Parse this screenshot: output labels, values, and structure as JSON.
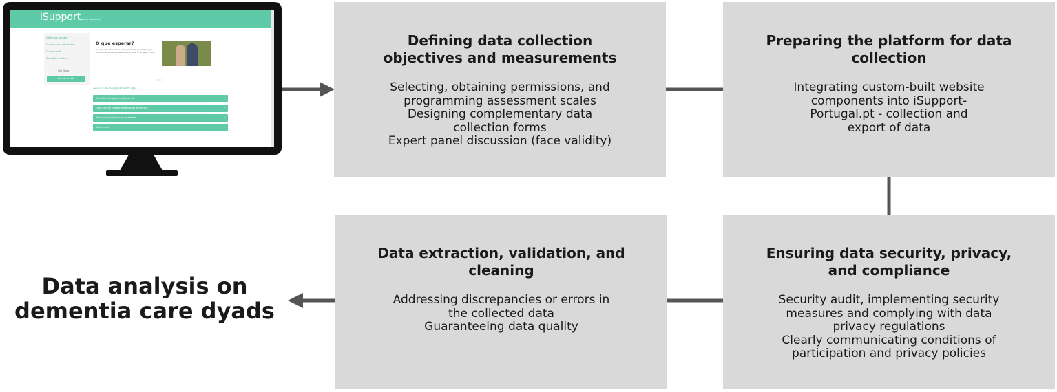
{
  "boxes": {
    "b1": {
      "title": "Defining data collection\nobjectives and measurements",
      "body": "Selecting, obtaining permissions, and\nprogramming assessment scales\nDesigning complementary data\ncollection forms\nExpert panel discussion (face validity)"
    },
    "b2": {
      "title": "Preparing the platform for data\ncollection",
      "body": "Integrating custom-built website\ncomponents into iSupport-\nPortugal.pt - collection and\nexport of data"
    },
    "b3": {
      "title": "Data extraction, validation, and\ncleaning",
      "body": "Addressing discrepancies or errors in\nthe collected data\nGuaranteeing data quality"
    },
    "b4": {
      "title": "Ensuring data security, privacy,\nand compliance",
      "body": "Security audit, implementing security\nmeasures and complying with data\nprivacy regulations\nClearly communicating conditions of\nparticipation and privacy policies"
    }
  },
  "final_text": "Data analysis on\ndementia care dyads",
  "screen": {
    "logo": "iSupport",
    "tagline": "apoio a cuidadores",
    "side_items": [
      "Módulos e sessões",
      "O meu plano de sessões",
      "O meu perfil",
      "Sugestão sessões"
    ],
    "side_user": "Olá Maria",
    "side_button": "Sair da sessão",
    "heading": "O que esperar?",
    "paragraph": "Ao longo de 23 sessões, o programa iSupport-Portugal permite aprender a cuidar melhor de si e de quem cuida.",
    "section": "Acerca do iSupport-Portugal",
    "accordion": [
      "Entender o impacto da demência",
      "Lidar com os comportamentos da demência",
      "Promover cuidados com qualidade",
      "Cuidar de si"
    ]
  },
  "colors": {
    "box_fill": "#d9d9d9",
    "connector": "#555555",
    "accent_green": "#5fcaa7",
    "monitor": "#111111"
  }
}
